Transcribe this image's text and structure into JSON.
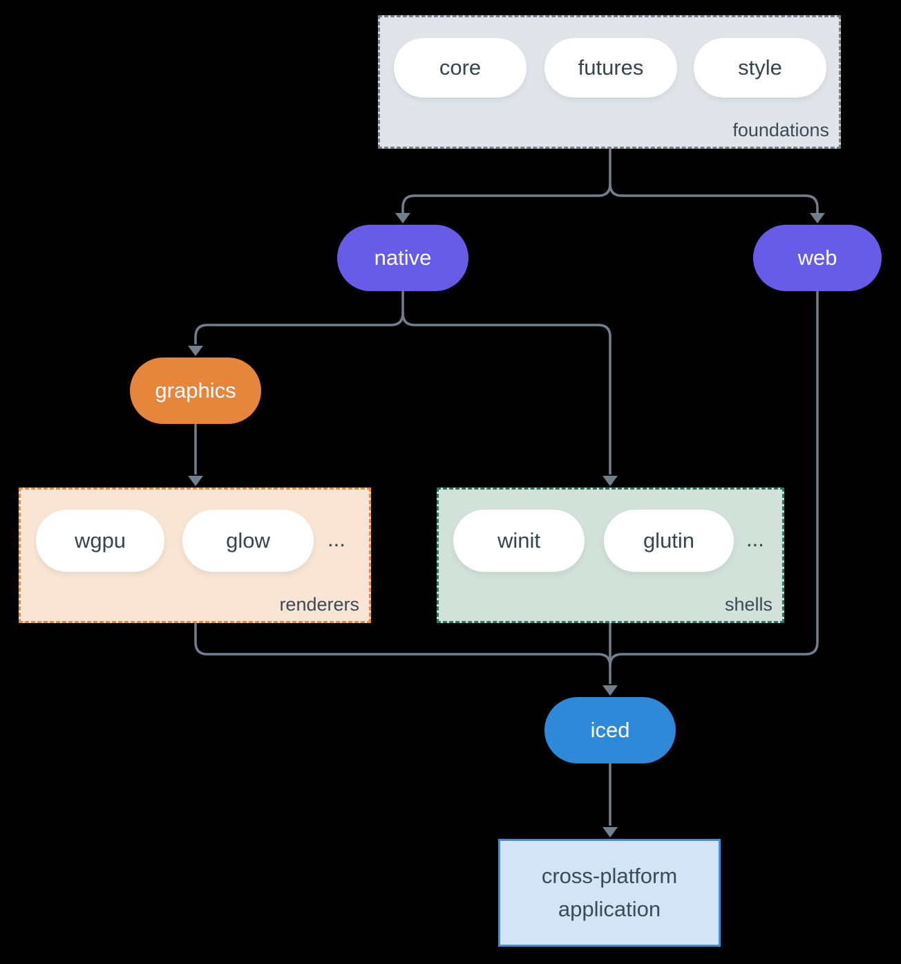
{
  "diagram": {
    "foundations": {
      "label": "foundations",
      "items": [
        "core",
        "futures",
        "style"
      ]
    },
    "native": {
      "label": "native"
    },
    "web": {
      "label": "web"
    },
    "graphics": {
      "label": "graphics"
    },
    "renderers": {
      "label": "renderers",
      "items": [
        "wgpu",
        "glow"
      ],
      "ellipsis": "..."
    },
    "shells": {
      "label": "shells",
      "items": [
        "winit",
        "glutin"
      ],
      "ellipsis": "..."
    },
    "iced": {
      "label": "iced"
    },
    "application": {
      "line1": "cross-platform",
      "line2": "application"
    }
  },
  "colors": {
    "background": "#000000",
    "connector": "#72808e",
    "node_purple": "#685be8",
    "node_orange": "#e6863d",
    "node_blue": "#2e8ad8",
    "pill_fill": "#ffffff",
    "foundations_fill": "#e1e5e9",
    "foundations_border": "#76828f",
    "renderers_fill": "#f9e5d4",
    "renderers_border": "#ec8a3c",
    "shells_fill": "#d2e2da",
    "shells_border": "#2e7566",
    "application_fill": "#d3e4f6",
    "application_border": "#3e8fd9",
    "text_dark": "#35444f",
    "text_light": "#ffffff"
  }
}
